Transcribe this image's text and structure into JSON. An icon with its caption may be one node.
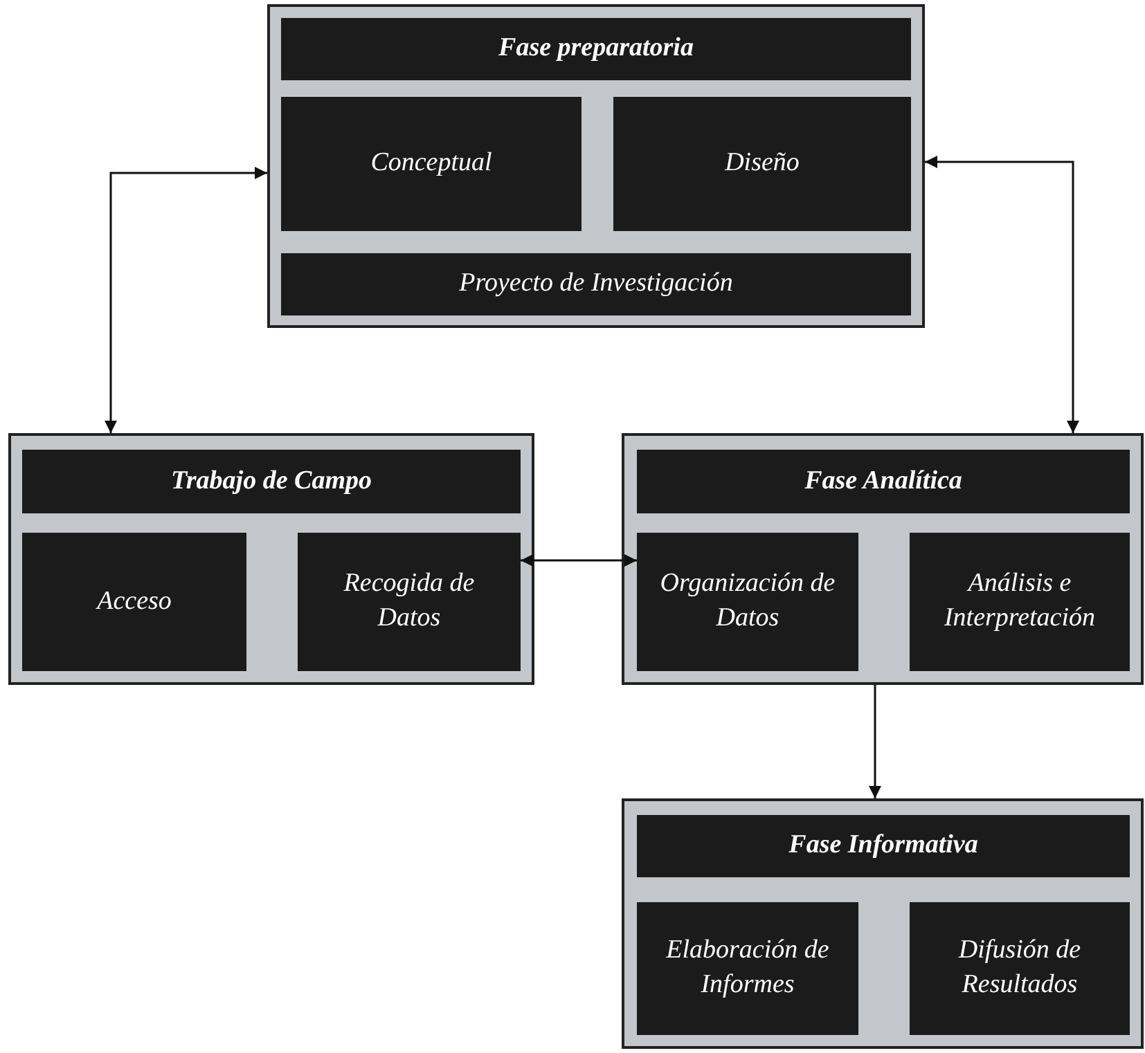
{
  "diagram": {
    "nodes": [
      {
        "text": [],
        "shape": "box"
      },
      {
        "text": [
          "Fase preparatoria"
        ],
        "in": 0
      },
      {
        "text": [
          "Conceptual"
        ],
        "in": 0
      },
      {
        "text": [
          "Diseño"
        ],
        "in": 0
      },
      {
        "text": [
          "Proyecto de Investigación"
        ],
        "in": 0
      },
      {
        "text": [],
        "shape": "box"
      },
      {
        "text": [
          "Trabajo de Campo"
        ],
        "in": 5
      },
      {
        "text": [
          "Acceso"
        ],
        "in": 5
      },
      {
        "text": [
          "Recogida de Datos"
        ],
        "in": 5
      },
      {
        "text": [],
        "shape": "box"
      },
      {
        "text": [
          "Fase Analítica"
        ],
        "in": 9
      },
      {
        "text": [
          "Organización de Datos"
        ],
        "in": 9
      },
      {
        "text": [
          "Análisis e Interpretación"
        ],
        "in": 9
      },
      {
        "text": [],
        "shape": "box"
      },
      {
        "text": [
          "Fase Informativa"
        ],
        "in": 13
      },
      {
        "text": [
          "Elaboración de Informes"
        ],
        "in": 13
      },
      {
        "text": [
          "Difusión de Resultados"
        ],
        "in": 13
      }
    ],
    "edges": [
      {
        "from": 0,
        "to": 5,
        "arrow": "both"
      },
      {
        "from": 0,
        "to": 9,
        "arrow": "both"
      },
      {
        "from": 8,
        "to": 11,
        "arrow": "both"
      },
      {
        "from": 9,
        "to": 13,
        "arrow": "to"
      }
    ]
  }
}
